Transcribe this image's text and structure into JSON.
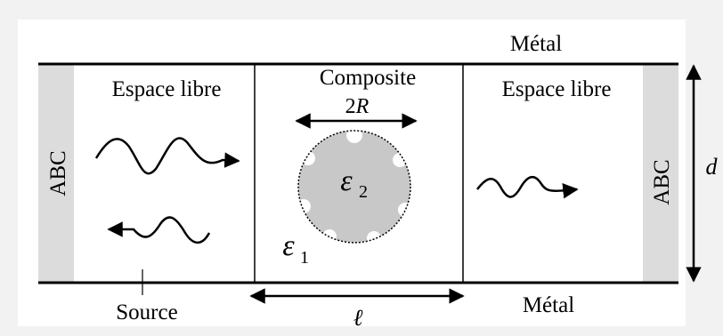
{
  "labels": {
    "metal_top": "Métal",
    "metal_bottom": "Métal",
    "free_space_left": "Espace libre",
    "free_space_right": "Espace libre",
    "composite": "Composite",
    "diameter_label": "2R",
    "epsilon_2_symbol": "ε",
    "epsilon_2_subscript": "2",
    "epsilon_1_symbol": "ε",
    "epsilon_1_subscript": "1",
    "abc_left": "ABC",
    "abc_right": "ABC",
    "height_label": "d",
    "length_label": "ℓ",
    "source": "Source"
  },
  "colors": {
    "background": "#f2f2f2",
    "panel": "#ffffff",
    "abc_band": "#dcdcdc",
    "inclusion": "#c8c8c8",
    "line": "#000000"
  }
}
